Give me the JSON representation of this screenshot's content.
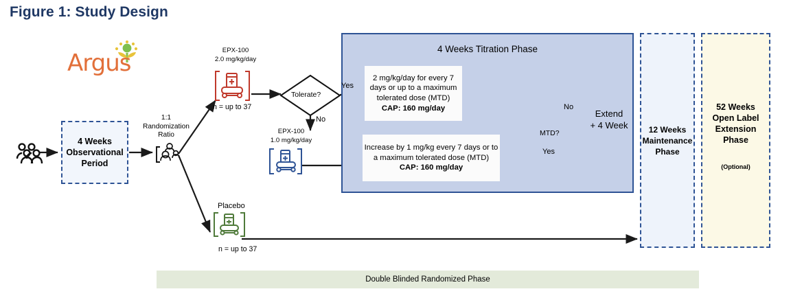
{
  "figure": {
    "title": "Figure 1: Study Design",
    "title_color": "#1F3864"
  },
  "logo": {
    "text": "Argus",
    "text_color": "#E2703A",
    "mark_colors": {
      "leaf": "#7FBF4D",
      "petal": "#E8C33A",
      "stem": "#8CC152"
    }
  },
  "flow": {
    "patients_icon": "group-of-patients-icon",
    "observational": {
      "line1": "4 Weeks",
      "line2": "Observational",
      "line3": "Period"
    },
    "randomization": {
      "line1": "1:1",
      "line2": "Randomization",
      "line3": "Ratio",
      "icon": "randomization-people-icon"
    },
    "arm_high": {
      "drug": "EPX-100",
      "dose": "2.0 mg/kg/day",
      "n": "n = up to 37",
      "icon": "medicine-bottle-icon",
      "icon_color": "#C0392B"
    },
    "arm_low": {
      "drug": "EPX-100",
      "dose": "1.0 mg/kg/day",
      "icon": "medicine-bottle-icon",
      "icon_color": "#2E5395"
    },
    "arm_placebo": {
      "label": "Placebo",
      "n": "n = up to 37",
      "icon": "medicine-bottle-icon",
      "icon_color": "#4F7A3A"
    },
    "tolerate_decision": {
      "label": "Tolerate?",
      "yes": "Yes",
      "no": "No"
    },
    "mtd_decision": {
      "label": "MTD?",
      "yes": "Yes",
      "no": "No"
    },
    "extend": {
      "line1": "Extend",
      "line2": "+ 4 Week"
    }
  },
  "titration": {
    "header": "4 Weeks Titration Phase",
    "fill": "#C5D0E8",
    "border": "#2E5395",
    "box_high": {
      "body": "2 mg/kg/day for every 7 days or up to a maximum tolerated dose (MTD)",
      "cap": "CAP: 160 mg/day"
    },
    "box_low": {
      "body": "Increase by 1 mg/kg every 7 days or to a maximum tolerated dose (MTD)",
      "cap": "CAP: 160 mg/day"
    }
  },
  "maintenance": {
    "line1": "12 Weeks",
    "line2": "Maintenance",
    "line3": "Phase",
    "fill": "#EEF3FB"
  },
  "extension": {
    "line1": "52 Weeks",
    "line2": "Open Label",
    "line3": "Extension",
    "line4": "Phase",
    "optional": "(Optional)",
    "fill": "#FCF9E6"
  },
  "footer": {
    "label": "Double Blinded Randomized Phase",
    "fill": "#E3EADA"
  }
}
